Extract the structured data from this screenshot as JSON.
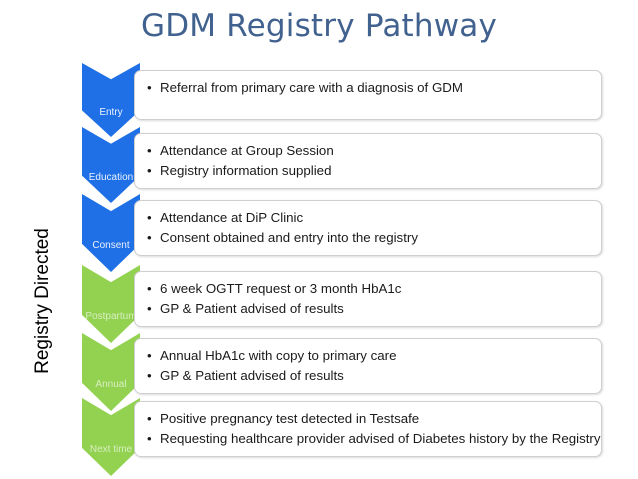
{
  "title": "GDM Registry Pathway",
  "side_label": "Registry Directed",
  "colors": {
    "title": "#41618f",
    "clinic_arrow": "#1f6fe6",
    "registry_arrow": "#93d250",
    "box_border": "#cfcfcf",
    "box_background": "#ffffff",
    "text": "#1a1a1a"
  },
  "rows": [
    {
      "stage": "Entry",
      "arrow_color": "#1f6fe6",
      "group": "clinic",
      "items": [
        "Referral from primary care with a diagnosis of GDM"
      ]
    },
    {
      "stage": "Education",
      "arrow_color": "#1f6fe6",
      "group": "clinic",
      "items": [
        "Attendance at Group Session",
        "Registry information supplied"
      ]
    },
    {
      "stage": "Consent",
      "arrow_color": "#1f6fe6",
      "group": "clinic",
      "items": [
        "Attendance at DiP Clinic",
        "Consent obtained and entry into the registry"
      ]
    },
    {
      "stage": "Postpartum",
      "arrow_color": "#93d250",
      "group": "registry",
      "items": [
        "6 week OGTT request or 3 month HbA1c",
        "GP & Patient advised of results"
      ]
    },
    {
      "stage": "Annual",
      "arrow_color": "#93d250",
      "group": "registry",
      "items": [
        "Annual HbA1c with copy to primary care",
        "GP & Patient advised of results"
      ]
    },
    {
      "stage": "Next time",
      "arrow_color": "#93d250",
      "group": "registry",
      "items": [
        "Positive pregnancy test detected in Testsafe",
        "Requesting healthcare provider advised of Diabetes history by the Registry"
      ]
    }
  ]
}
